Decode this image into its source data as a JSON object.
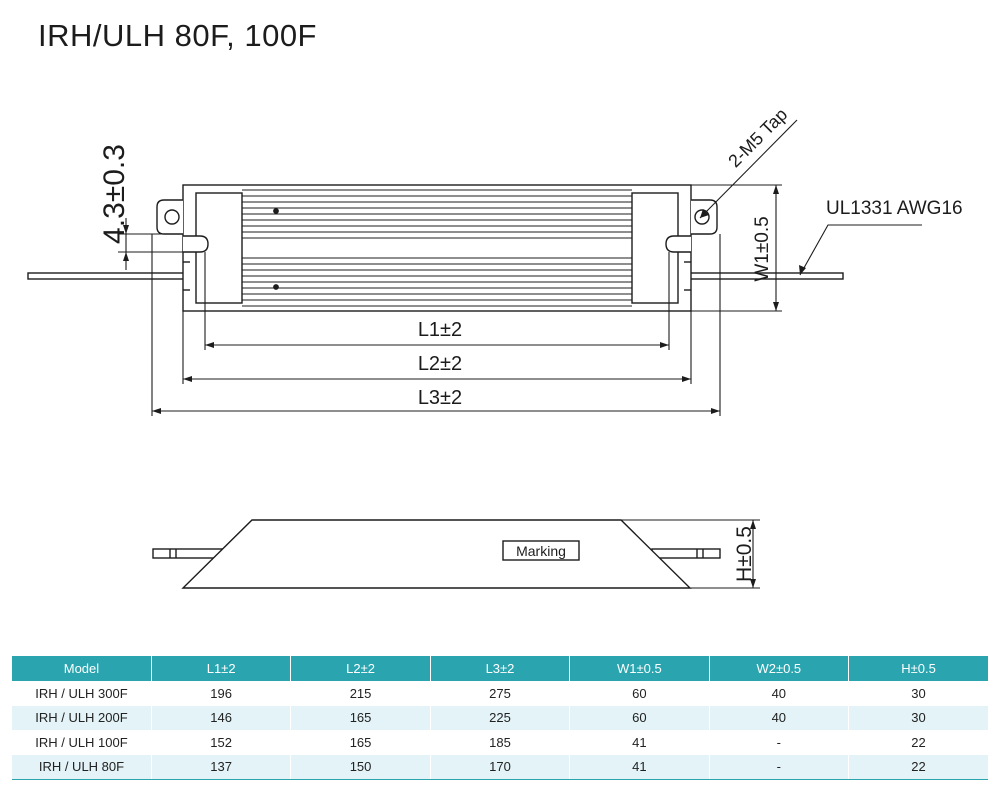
{
  "title": "IRH/ULH 80F, 100F",
  "top_view": {
    "labels": {
      "l1": "L1±2",
      "l2": "L2±2",
      "l3": "L3±2",
      "w1": "W1±0.5",
      "hole_offset": "4.3±0.3",
      "tap": "2-M5 Tap",
      "wire": "UL1331 AWG16"
    }
  },
  "side_view": {
    "labels": {
      "marking": "Marking",
      "height": "H±0.5"
    }
  },
  "table": {
    "headers": [
      "Model",
      "L1±2",
      "L2±2",
      "L3±2",
      "W1±0.5",
      "W2±0.5",
      "H±0.5"
    ],
    "rows": [
      [
        "IRH / ULH 300F",
        "196",
        "215",
        "275",
        "60",
        "40",
        "30"
      ],
      [
        "IRH / ULH 200F",
        "146",
        "165",
        "225",
        "60",
        "40",
        "30"
      ],
      [
        "IRH / ULH 100F",
        "152",
        "165",
        "185",
        "41",
        "-",
        "22"
      ],
      [
        "IRH / ULH 80F",
        "137",
        "150",
        "170",
        "41",
        "-",
        "22"
      ]
    ]
  },
  "colors": {
    "table_header": "#2aa5b0",
    "table_alt_row": "#e3f3f8",
    "line": "#1c1c1c"
  }
}
